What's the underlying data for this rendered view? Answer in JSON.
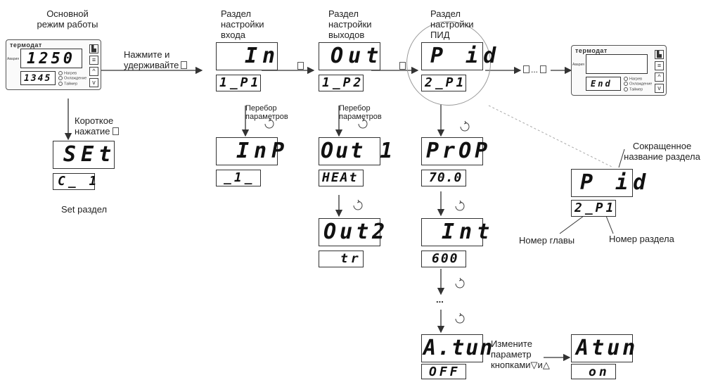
{
  "labels": {
    "main_mode": "Основной\nрежим работы",
    "press_hold": "Нажмите и\nудерживайте",
    "short_press": "Короткое\nнажатие",
    "set_section": "Set раздел",
    "section_input": "Раздел\nнастройки\nвхода",
    "section_outputs": "Раздел\nнастройки\nвыходов",
    "section_pid": "Раздел\nнастройки\nПИД",
    "param_scan_1": "Перебор\nпараметров",
    "param_scan_2": "Перебор\nпараметров",
    "short_name": "Сокращенное\nназвание раздела",
    "chapter_no": "Номер главы",
    "section_no": "Номер раздела",
    "change_param_1": "Измените",
    "change_param_2": "параметр",
    "change_param_3": "кнопками",
    "change_param_and": "и",
    "ellipsis_arrow": "...",
    "dots_vertical": "..."
  },
  "device_main": {
    "brand": "термодат",
    "alarm": "Авария",
    "top_value": "1250",
    "bottom_value": "1345",
    "indicators": [
      "Нагрев",
      "Охлаждение",
      "Таймер"
    ],
    "buttons": [
      "▙",
      "≡",
      "^",
      "v"
    ]
  },
  "device_end": {
    "brand": "термодат",
    "alarm": "Авария",
    "top_value": "",
    "bottom_value": "End",
    "indicators": [
      "Нагрев",
      "Охлаждение",
      "Таймер"
    ],
    "buttons": [
      "▙",
      "≡",
      "^",
      "v"
    ]
  },
  "displays": {
    "set_top": "SEt",
    "set_bottom": "C_ 1",
    "in_top": "In",
    "in_bottom": "1_P1",
    "out_top": "Out",
    "out_bottom": "1_P2",
    "pid_top": "P id",
    "pid_bottom": "2_P1",
    "inp_top": "InP",
    "inp_bottom": "_1_",
    "out1_top": "Out 1",
    "out1_bottom": "HEAt",
    "out2_top": "Out2",
    "out2_bottom": "tr",
    "prop_top": "PrOP",
    "prop_bottom": "70.0",
    "int_top": "Int",
    "int_bottom": "600",
    "atun_top": "A.tun",
    "atun_bottom": "OFF",
    "atun2_top": "Atun",
    "atun2_bottom": "on",
    "zoom_top": "P id",
    "zoom_bottom": "2_P1"
  }
}
